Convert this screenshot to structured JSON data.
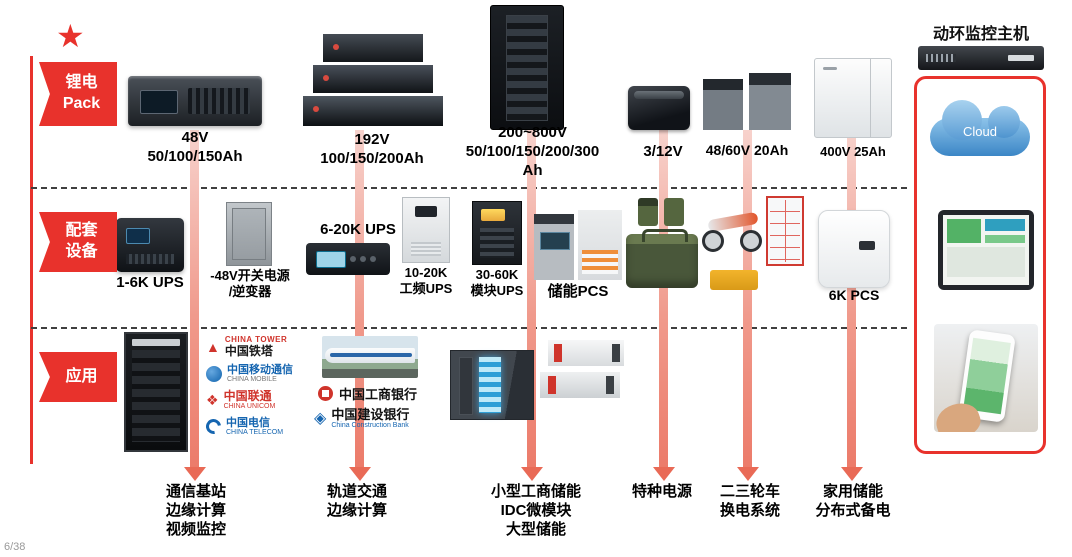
{
  "meta": {
    "page_number": "6/38"
  },
  "colors": {
    "accent_red": "#e8322c",
    "arrow_pink": "#f09a8c",
    "cloud_blue": "#3b86c6",
    "logo_red": "#d0342c",
    "logo_blue": "#1565b0"
  },
  "icons": {
    "star": "★",
    "china_tower_glyph": "▲",
    "china_unicom_glyph": "❖",
    "ccb_glyph": "◈"
  },
  "left_rail": {
    "sections": [
      {
        "label": "锂电\nPack"
      },
      {
        "label": "配套\n设备"
      },
      {
        "label": "应用"
      }
    ]
  },
  "battery_row": {
    "items": [
      {
        "label": "48V\n50/100/150Ah"
      },
      {
        "label": "192V\n100/150/200Ah"
      },
      {
        "label": "200~800V\n50/100/150/200/300\nAh"
      },
      {
        "label": "3/12V"
      },
      {
        "label": "48/60V 20Ah"
      },
      {
        "label": "400V 25Ah"
      }
    ]
  },
  "equipment_row": {
    "items": [
      {
        "label": "1-6K UPS"
      },
      {
        "label": "-48V开关电源\n/逆变器"
      },
      {
        "label": "6-20K UPS"
      },
      {
        "label": "10-20K\n工频UPS"
      },
      {
        "label": "30-60K\n模块UPS"
      },
      {
        "label": "储能PCS"
      },
      {
        "label": "6K PCS"
      }
    ]
  },
  "application_row": {
    "logos": {
      "china_tower": {
        "en": "CHINA TOWER",
        "cn": "中国铁塔"
      },
      "china_mobile": {
        "cn": "中国移动通信",
        "en": "CHINA MOBILE"
      },
      "china_unicom": {
        "cn": "中国联通",
        "en": "CHINA UNICOM"
      },
      "china_telecom": {
        "cn": "中国电信",
        "en": "CHINA TELECOM"
      },
      "icbc": {
        "cn": "中国工商银行"
      },
      "ccb": {
        "cn": "中国建设银行",
        "en": "China Construction Bank"
      }
    }
  },
  "bottom_labels": [
    {
      "label": "通信基站\n边缘计算\n视频监控"
    },
    {
      "label": "轨道交通\n边缘计算"
    },
    {
      "label": "小型工商储能\nIDC微模块\n大型储能"
    },
    {
      "label": "特种电源"
    },
    {
      "label": "二三轮车\n换电系统"
    },
    {
      "label": "家用储能\n分布式备电"
    }
  ],
  "right_panel": {
    "title": "动环监控主机",
    "cloud_label": "Cloud"
  }
}
